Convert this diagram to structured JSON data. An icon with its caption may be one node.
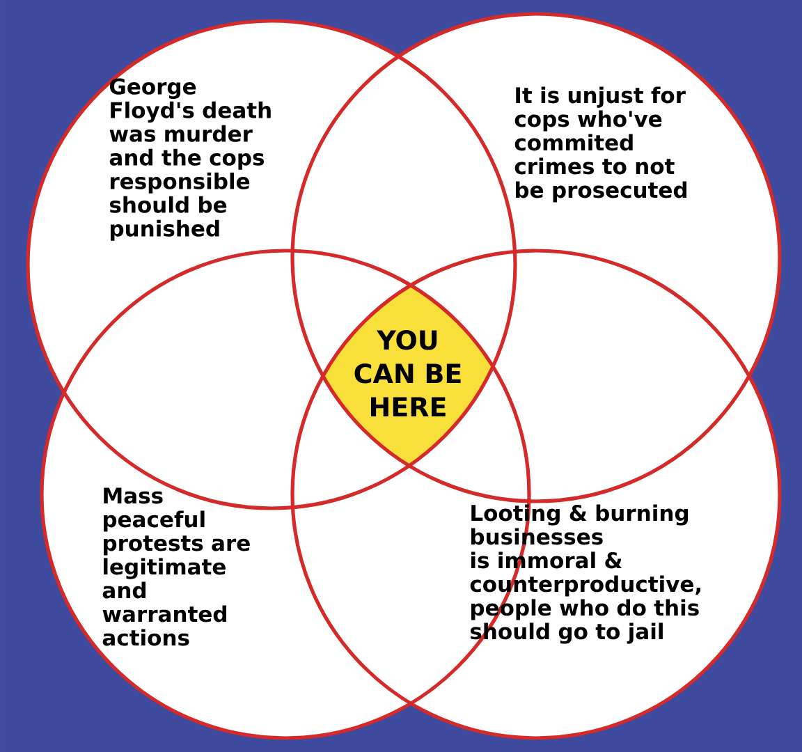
{
  "diagram": {
    "nodes": [
      {
        "text": [
          "George Floyd's death was murder and the cops responsible should be punished"
        ]
      },
      {
        "text": [
          "It is unjust for cops who've commited crimes to not be prosecuted"
        ]
      },
      {
        "text": [
          "Mass peaceful protests are legitimate and warranted actions"
        ]
      },
      {
        "text": [
          "Looting & burning businesses is immoral & counterproductive, people who do this should go to jail"
        ]
      },
      {
        "text": [
          "YOU CAN BE HERE"
        ]
      }
    ]
  }
}
